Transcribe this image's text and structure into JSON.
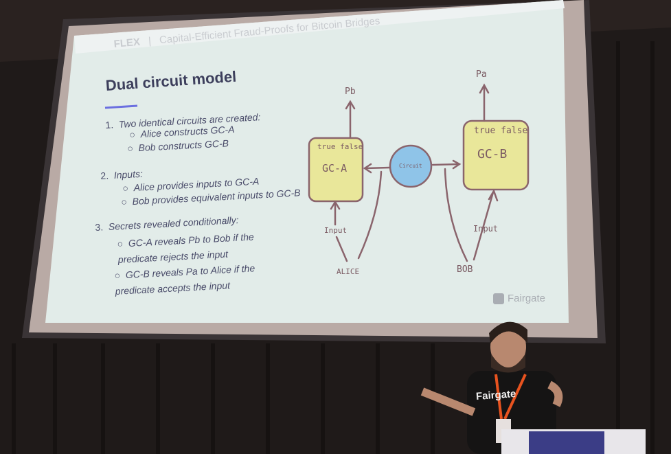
{
  "slide": {
    "header": {
      "brand": "FLEX",
      "separator": "|",
      "subtitle": "Capital-Efficient Fraud-Proofs for Bitcoin Bridges"
    },
    "title": "Dual circuit model",
    "points": [
      {
        "num": "1.",
        "text": "Two identical circuits are created:",
        "sub": [
          "Alice constructs GC-A",
          "Bob constructs GC-B"
        ]
      },
      {
        "num": "2.",
        "text": "Inputs:",
        "sub": [
          "Alice provides inputs to GC-A",
          "Bob provides equivalent inputs to GC-B"
        ]
      },
      {
        "num": "3.",
        "text": "Secrets revealed conditionally:",
        "sub": [
          "GC-A reveals Pb to Bob if the predicate rejects the input",
          "GC-B reveals Pa to Alice if the predicate accepts the input"
        ]
      }
    ],
    "diagram": {
      "gc_a": "GC-A",
      "gc_b": "GC-B",
      "true_false": "true false",
      "circuit": "Circuit",
      "pb": "Pb",
      "pa": "Pa",
      "input": "Input",
      "alice": "ALICE",
      "bob": "BOB"
    },
    "logo": "Fairgate"
  },
  "speaker": {
    "shirt_text": "Fairgate"
  },
  "colors": {
    "box": "#e9e79a",
    "circle": "#8fc4e8",
    "arrow": "#8a646c",
    "lanyard": "#e8531f"
  }
}
